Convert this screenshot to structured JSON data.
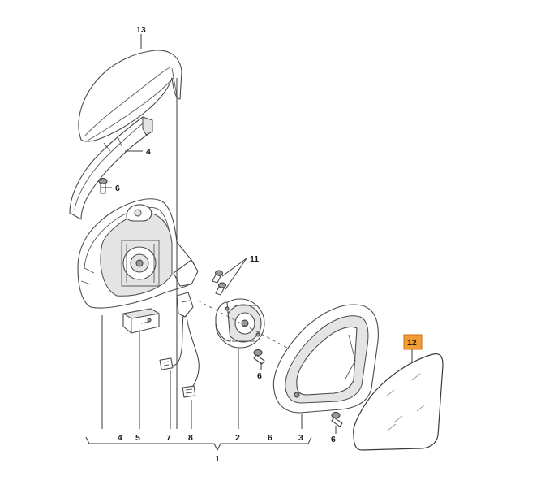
{
  "callouts": {
    "part_13": "13",
    "part_4_top": "4",
    "part_6_top": "6",
    "part_11": "11",
    "part_6_mid": "6",
    "part_12": "12",
    "part_6_low": "6",
    "part_3_side": "3",
    "part_2_side": "2"
  },
  "bottom_row": [
    "4",
    "5",
    "7",
    "8",
    "2",
    "6",
    "3"
  ],
  "assembly_label": "1",
  "colors": {
    "highlight": "#f39c33",
    "highlight_border": "#c86f10",
    "line": "#3a3a3a"
  }
}
